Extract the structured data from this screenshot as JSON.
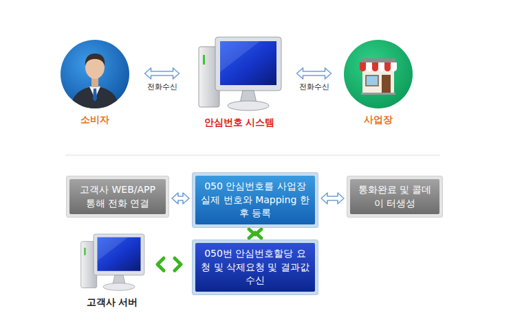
{
  "diagram": {
    "nodes": [
      {
        "text": [
          "소비자"
        ]
      },
      {
        "text": [
          "안심번호 시스템"
        ]
      },
      {
        "text": [
          "사업장"
        ]
      },
      {
        "text": [
          "고객사 WEB/APP 통해 전화 연결"
        ]
      },
      {
        "text": [
          "050 안심번호를 사업장 실제 번호와 Mapping 한후 등록"
        ]
      },
      {
        "text": [
          "통화완료 및 콜데이 터생성"
        ]
      },
      {
        "text": [
          "050번 안심번호할당 요청 및 삭제요청 및 결과값수신"
        ]
      },
      {
        "text": [
          "고객사 서버"
        ]
      }
    ],
    "edges": [
      {
        "from": 0,
        "to": 1,
        "label": "전화수신",
        "arrow": "both"
      },
      {
        "from": 1,
        "to": 2,
        "label": "전화수신",
        "arrow": "both"
      },
      {
        "from": 3,
        "to": 4,
        "arrow": "both"
      },
      {
        "from": 4,
        "to": 5,
        "arrow": "both"
      },
      {
        "from": 4,
        "to": 6,
        "arrow": "both"
      },
      {
        "from": 7,
        "to": 6,
        "arrow": "both"
      }
    ]
  }
}
